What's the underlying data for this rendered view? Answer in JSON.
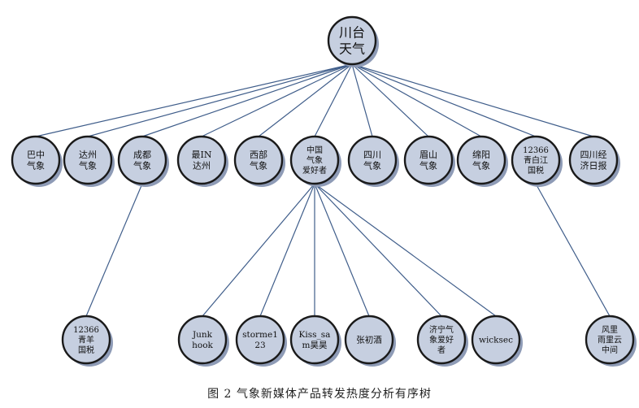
{
  "root": {
    "lines": [
      "川台",
      "天气"
    ]
  },
  "level1": [
    {
      "lines": [
        "巴中",
        "气象"
      ]
    },
    {
      "lines": [
        "达州",
        "气象"
      ]
    },
    {
      "lines": [
        "成都",
        "气象"
      ]
    },
    {
      "lines": [
        "最IN",
        "达州"
      ]
    },
    {
      "lines": [
        "西部",
        "气象"
      ]
    },
    {
      "lines": [
        "中国",
        "气象",
        "爱好者"
      ]
    },
    {
      "lines": [
        "四川",
        "气象"
      ]
    },
    {
      "lines": [
        "眉山",
        "气象"
      ]
    },
    {
      "lines": [
        "绵阳",
        "气象"
      ]
    },
    {
      "lines": [
        "12366",
        "青白江",
        "国税"
      ]
    },
    {
      "lines": [
        "四川经",
        "济日报"
      ]
    }
  ],
  "level2": [
    {
      "parent": 2,
      "lines": [
        "12366",
        "青羊",
        "国税"
      ]
    },
    {
      "parent": 5,
      "lines": [
        "Junk",
        "hook"
      ]
    },
    {
      "parent": 5,
      "lines": [
        "storme1",
        "23"
      ]
    },
    {
      "parent": 5,
      "lines": [
        "Kiss_sa",
        "m昊昊"
      ]
    },
    {
      "parent": 5,
      "lines": [
        "张初酒"
      ]
    },
    {
      "parent": 5,
      "lines": [
        "济宁气",
        "象爱好",
        "者"
      ]
    },
    {
      "parent": 5,
      "lines": [
        "wicksec"
      ]
    },
    {
      "parent": 9,
      "lines": [
        "风里",
        "雨里云",
        "中间"
      ]
    }
  ],
  "caption": "图 2    气象新媒体产品转发热度分析有序树",
  "colors": {
    "node_fill": "#c6cfe0",
    "node_stroke": "#1a1a1a",
    "shadow": "#8e9bb6",
    "edge": "#3f5d8a"
  }
}
